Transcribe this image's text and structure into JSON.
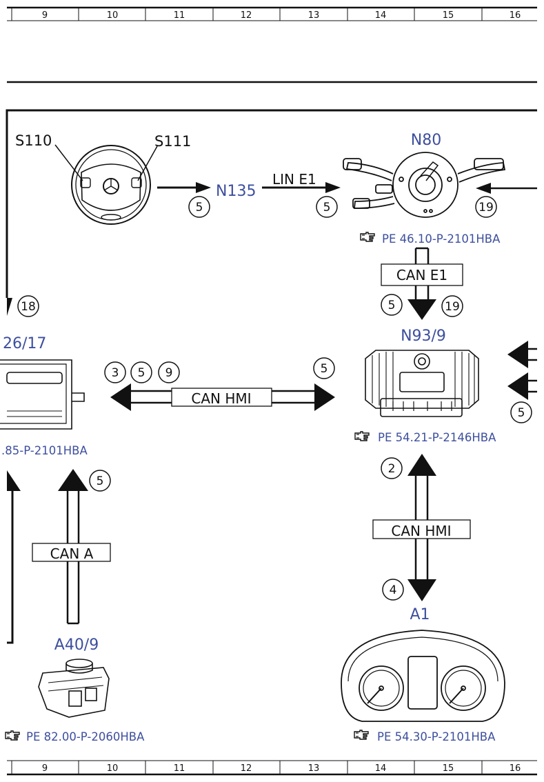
{
  "ruler": {
    "columns": [
      "9",
      "10",
      "11",
      "12",
      "13",
      "14",
      "15",
      "16"
    ]
  },
  "components": {
    "s110": "S110",
    "s111": "S111",
    "n135": "N135",
    "n80": "N80",
    "n93_9": "N93/9",
    "a26_17": "26/17",
    "a1": "A1",
    "a40_9": "A40/9"
  },
  "refs": {
    "n80_ref": "PE 46.10-P-2101HBA",
    "n93_ref": "PE 54.21-P-2146HBA",
    "a26_ref": ".85-P-2101HBA",
    "a40_ref": "PE 82.00-P-2060HBA",
    "a1_ref": "PE 54.30-P-2101HBA"
  },
  "buses": {
    "lin_e1": "LIN E1",
    "can_e1": "CAN E1",
    "can_hmi_h": "CAN HMI",
    "can_hmi_v": "CAN HMI",
    "can_a": "CAN A"
  },
  "markers": {
    "m_n135": "5",
    "m_lin": "5",
    "m_n80_right": "19",
    "m_18": "18",
    "m_cane1_left": "5",
    "m_cane1_right": "19",
    "m_hmi_3": "3",
    "m_hmi_5": "5",
    "m_hmi_9": "9",
    "m_hmi_right": "5",
    "m_n93_right": "5",
    "m_cana": "5",
    "m_2": "2",
    "m_4": "4"
  },
  "colors": {
    "component_label": "#3d4f9e",
    "line": "#111111"
  },
  "icons": {
    "reference": "pointing-hand-icon"
  }
}
